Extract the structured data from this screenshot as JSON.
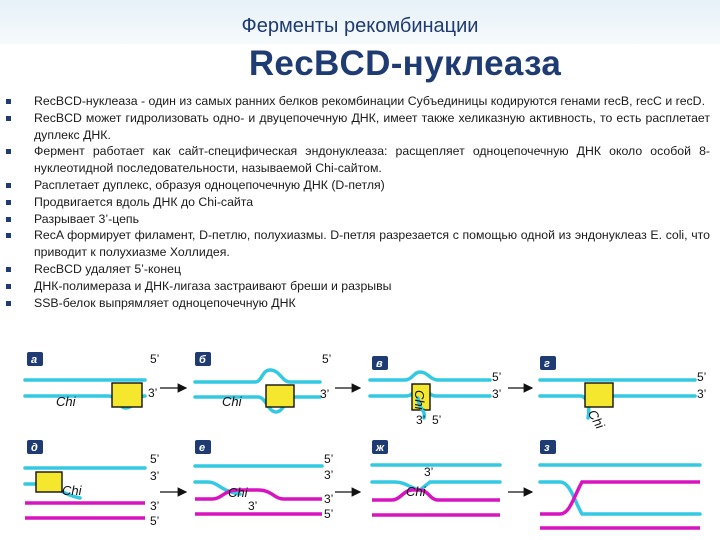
{
  "slide": {
    "header": "Ферменты рекомбинации",
    "title": "RecBCD-нуклеаза",
    "bullets": [
      "RecBCD-нуклеаза - один из самых ранних белков рекомбинации Субъединицы кодируются генами recB, recC и recD.",
      "RecBCD может гидролизовать одно- и двуцепочечную ДНК, имеет также хеликазную активность, то есть расплетает дуплекс ДНК.",
      "Фермент работает как сайт-специфическая эндонуклеаза: расщепляет одноцепочечную ДНК около особой 8-нуклеотидной последовательности, называемой Chi-сайтом.",
      "Расплетает дуплекс, образуя одноцепочечную ДНК (D-петля)",
      "Продвигается вдоль ДНК до Chi-сайта",
      "Разрывает 3’-цепь",
      "RecA формирует филамент, D-петлю, полухиазмы. D-петля разрезается с помощью одной из эндонуклеаз E. coli, что приводит к полухиазме Холлидея.",
      "RecBCD удаляет 5’-конец",
      "ДНК-полимераза и ДНК-лигаза застраивают бреши и разрывы",
      "SSB-белок выпрямляет одноцепочечную ДНК"
    ]
  },
  "diagram": {
    "panels": [
      {
        "tag": "а",
        "labels": [
          "5’",
          "3’"
        ],
        "chi": "Chi"
      },
      {
        "tag": "б",
        "labels": [
          "5’",
          "3’"
        ],
        "chi": "Chi"
      },
      {
        "tag": "в",
        "labels": [
          "5’",
          "3’",
          "3’",
          "5’"
        ],
        "chi": "Chi"
      },
      {
        "tag": "г",
        "labels": [
          "5’",
          "3’"
        ],
        "chi": "Chi"
      },
      {
        "tag": "д",
        "labels": [
          "5’",
          "3’",
          "3’",
          "5’"
        ],
        "chi": "Chi"
      },
      {
        "tag": "е",
        "labels": [
          "5’",
          "3’",
          "3’",
          "5’"
        ],
        "chi": "Chi",
        "extra": "3’"
      },
      {
        "tag": "ж",
        "labels": [
          "3’"
        ],
        "chi": "Chi"
      },
      {
        "tag": "з",
        "labels": [],
        "chi": ""
      }
    ],
    "colors": {
      "cyan_strand": "#33c9e3",
      "magenta_strand": "#d814c0",
      "recbcd_box": "#f5e62e",
      "tag_background": "#1f3b73",
      "title": "#1f3b73"
    }
  }
}
